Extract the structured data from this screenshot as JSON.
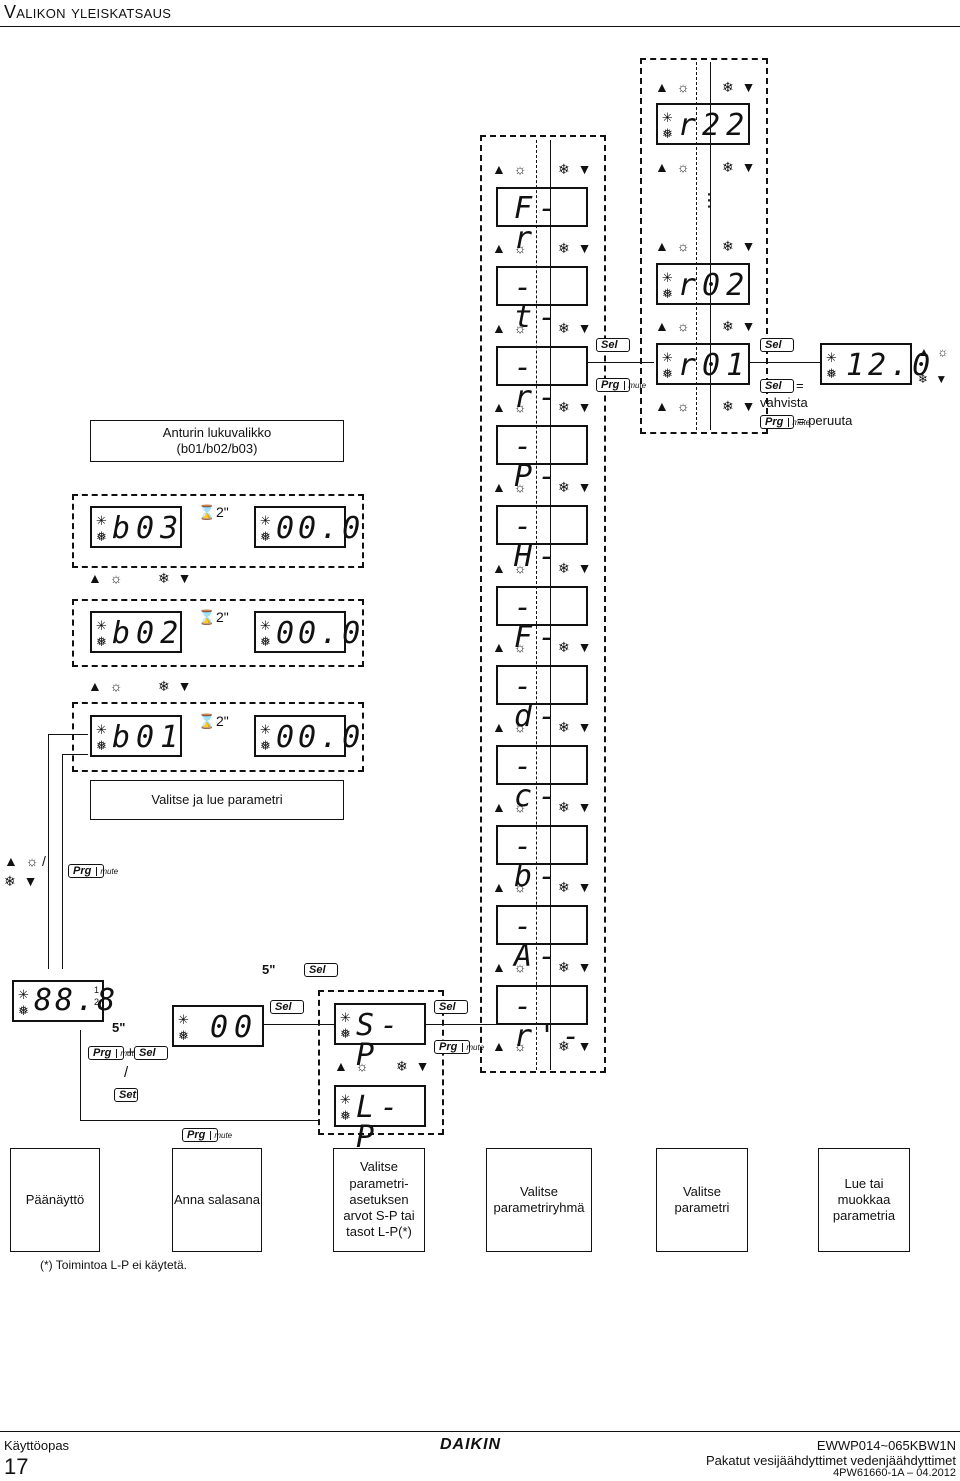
{
  "page_title": "Valikon yleiskatsaus",
  "labels": {
    "sensor_menu_line1": "Anturin lukuvalikko",
    "sensor_menu_line2": "(b01/b02/b03)",
    "select_read_param": "Valitse ja lue parametri",
    "confirm_eq": "=",
    "confirm": "vahvista",
    "cancel_eq": "= peruuta",
    "hold_2s": "2\"",
    "hold_5s": "5\"",
    "or": "/",
    "plus": "+",
    "note": "(*)   Toimintoa L-P ei käytetä."
  },
  "keys": {
    "sel": "Sel",
    "prg": "Prg",
    "mute": "mute",
    "set": "Set",
    "up": "▲ ☼",
    "down": "❄ ▼"
  },
  "sensor_displays": [
    {
      "code": "b03",
      "value": "00.0"
    },
    {
      "code": "b02",
      "value": "00.0"
    },
    {
      "code": "b01",
      "value": "00.0"
    }
  ],
  "main_display": "88.8",
  "main_superscript": "1",
  "main_subscript": "2",
  "password_display": "00",
  "sp_display": "S-P",
  "lp_display": "L-P",
  "groups": [
    "F-r",
    "-t-",
    "-r-",
    "-P-",
    "-H-",
    "-F-",
    "-d-",
    "-c-",
    "-b-",
    "-A-",
    "-r'-"
  ],
  "params": [
    "r22",
    "r02",
    "r01"
  ],
  "param_value": "12.0",
  "ellipsis": "⋮",
  "steps": [
    "Päänäyttö",
    "Anna salasana",
    "Valitse parametri-asetuksen arvot S-P tai tasot L-P(*)",
    "Valitse parametriryhmä",
    "Valitse parametri",
    "Lue tai muokkaa parametria"
  ],
  "footer": {
    "left_title": "Käyttöopas",
    "page_number": "17",
    "brand": "DAIKIN",
    "model": "EWWP014~065KBW1N",
    "product": "Pakatut vesijäähdyttimet vedenjäähdyttimet",
    "doc_code": "4PW61660-1A – 04.2012"
  }
}
